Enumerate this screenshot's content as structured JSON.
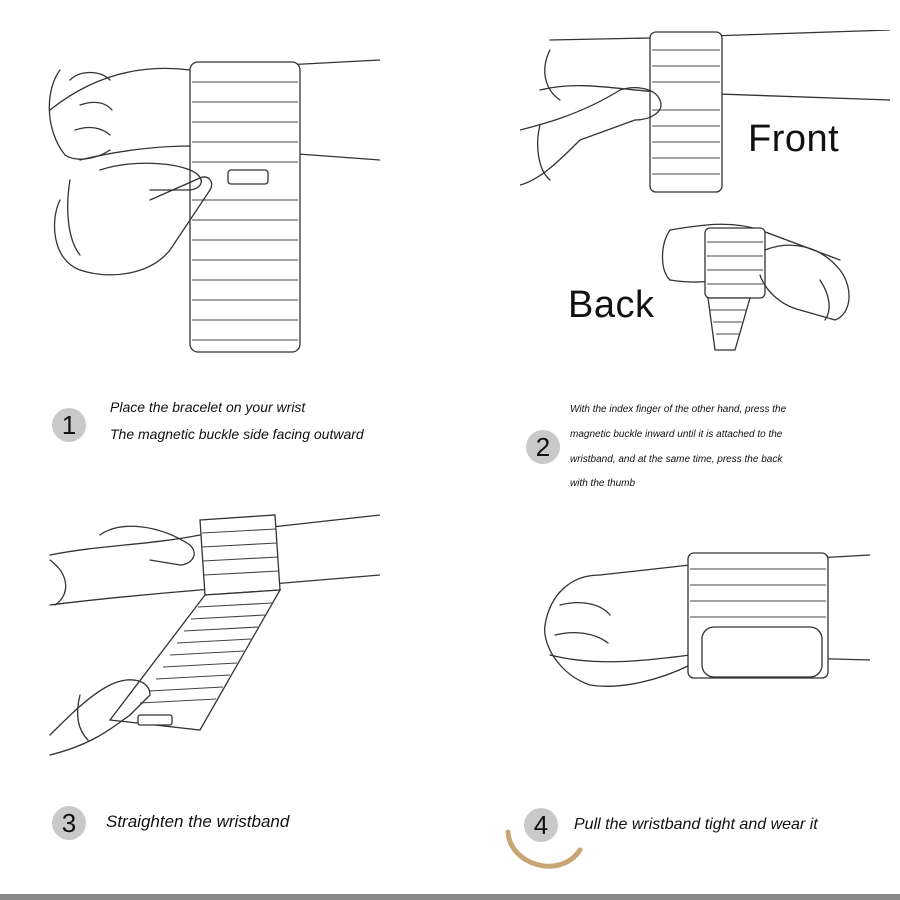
{
  "steps": [
    {
      "number": "1",
      "lines": [
        "Place the bracelet on your wrist",
        "The magnetic buckle side facing outward"
      ]
    },
    {
      "number": "2",
      "lines": [
        "With the index finger of the other hand, press the",
        "magnetic buckle inward until it is attached to the",
        "wristband, and at the same time, press the back",
        "with the thumb"
      ]
    },
    {
      "number": "3",
      "lines": [
        "Straighten the wristband"
      ]
    },
    {
      "number": "4",
      "lines": [
        "Pull the wristband tight and wear it"
      ]
    }
  ],
  "labels": {
    "front": "Front",
    "back": "Back"
  },
  "colors": {
    "badge": "#c9c9c9",
    "accent_arc": "#c8a574",
    "line_art": "#333333"
  },
  "icons": [
    "hand-illustration",
    "wristband-illustration",
    "decorative-arc"
  ]
}
